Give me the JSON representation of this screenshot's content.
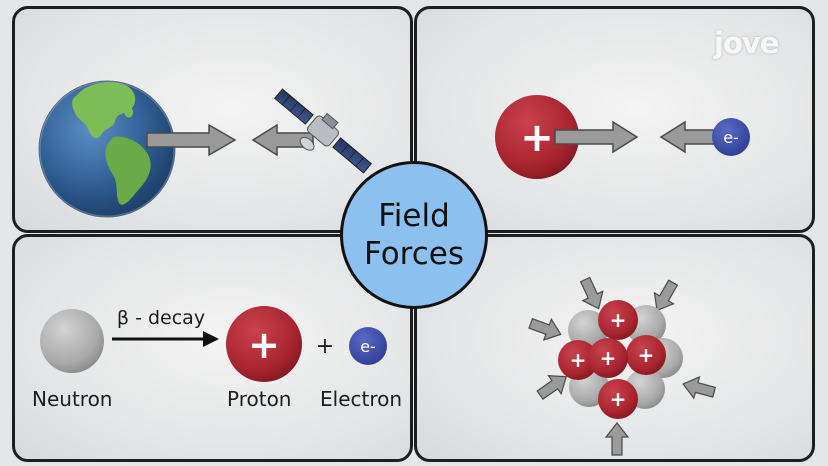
{
  "title": {
    "line1": "Field",
    "line2": "Forces"
  },
  "logo": "jove",
  "panels": {
    "gravity": {
      "bodies": [
        "planet-earth",
        "satellite"
      ]
    },
    "electromagnetic": {
      "proton_symbol": "+",
      "electron_symbol": "e-"
    },
    "weak": {
      "arrow_label": "β - decay",
      "plus_sign": "+",
      "proton_symbol": "+",
      "electron_symbol": "e-",
      "labels": {
        "neutron": "Neutron",
        "proton": "Proton",
        "electron": "Electron"
      }
    },
    "strong": {
      "proton_symbol": "+"
    }
  },
  "colors": {
    "proton": "#a8242f",
    "electron": "#3a4aa5",
    "neutron": "#a9a9a9",
    "center_circle": "#8cc0ef",
    "arrow_fill": "#9a9a9a"
  }
}
